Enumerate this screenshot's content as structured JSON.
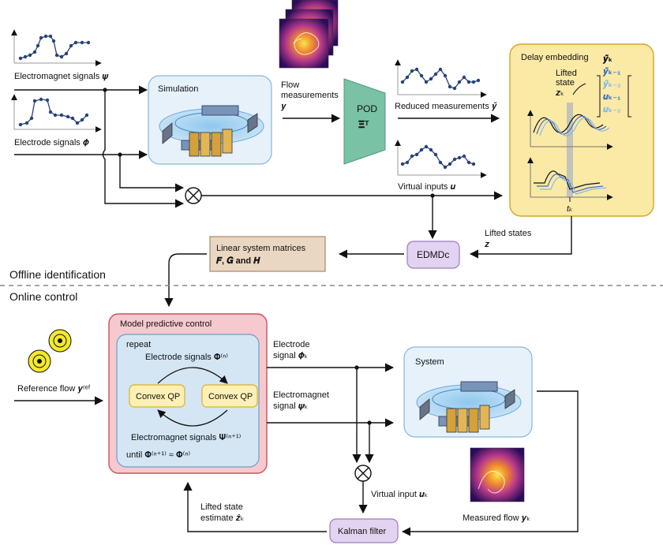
{
  "sections": {
    "offline": "Offline identification",
    "online": "Online control"
  },
  "offline": {
    "electromagnet_label": "Electromagnet signals 𝝍",
    "electrode_label": "Electrode signals 𝝓",
    "simulation_title": "Simulation",
    "flow_meas_line1": "Flow",
    "flow_meas_line2": "measurements",
    "flow_meas_sym": "𝒚",
    "pod_title": "POD",
    "pod_sym": "𝚵ᵀ",
    "reduced_label": "Reduced measurements 𝒚̃",
    "virtual_inputs_label": "Virtual inputs 𝒖",
    "delay_title": "Delay embedding",
    "lifted_state_1": "Lifted",
    "lifted_state_2": "state",
    "lifted_state_sym": "𝒛ₖ",
    "delay_vector": [
      "𝒚̃ₖ",
      "𝒚̃ₖ₋₁",
      "𝒚̃ₖ₋₂",
      "𝒖ₖ₋₁",
      "𝒖ₖ₋₂"
    ],
    "tk_label": "tₖ",
    "lifted_states_1": "Lifted states",
    "lifted_states_sym": "𝒛",
    "edmdc": "EDMDc",
    "linsys_1": "Linear system matrices",
    "linsys_2": "𝑭, 𝑮 and 𝑯"
  },
  "online": {
    "ref_flow": "Reference flow 𝒚ʳᵉᶠ",
    "mpc_title": "Model predictive control",
    "repeat": "repeat",
    "electrode_iter": "Electrode signals 𝚽⁽ⁿ⁾",
    "qp_left": "Convex QP",
    "qp_right": "Convex QP",
    "electromagnet_iter": "Electromagnet signals 𝚿⁽ⁿ⁺¹⁾",
    "until": "until 𝚽⁽ⁿ⁺¹⁾ ≈ 𝚽⁽ⁿ⁾",
    "electrode_sig_1": "Electrode",
    "electrode_sig_2": "signal 𝝓ₖ",
    "electromagnet_sig_1": "Electromagnet",
    "electromagnet_sig_2": "signal 𝝍ₖ",
    "system_title": "System",
    "virtual_input": "Virtual input 𝒖ₖ",
    "measured_flow": "Measured flow 𝒚ₖ",
    "kalman": "Kalman filter",
    "lifted_est_1": "Lifted state",
    "lifted_est_2": "estimate 𝒛̂ₖ"
  },
  "colors": {
    "sim_box": "#e6f1fa",
    "pod": "#79c2a5",
    "delay_box": "#fbe9a6",
    "edmdc": "#e2d3f0",
    "linsys": "#ead7c2",
    "mpc_outer": "#f6c9ce",
    "mpc_inner": "#d4e6f4",
    "qp": "#fdf0b4",
    "series_dot": "#27427a"
  }
}
